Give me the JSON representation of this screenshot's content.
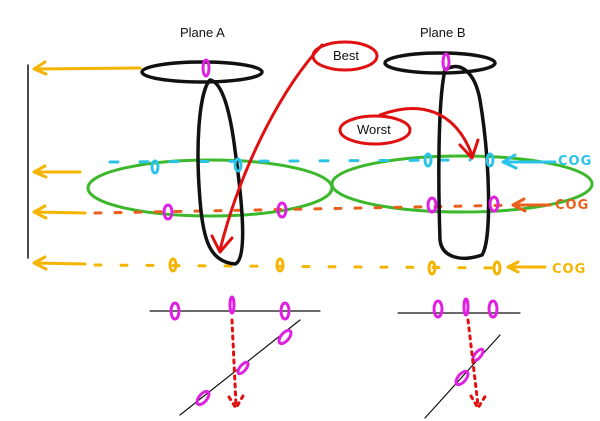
{
  "titles": {
    "plane_a": "Plane A",
    "plane_b": "Plane B"
  },
  "callouts": {
    "best": "Best",
    "worst": "Worst"
  },
  "labels": {
    "cog_top": "COG",
    "cog_mid": "COG",
    "cog_bottom": "COG"
  },
  "colors": {
    "yellow": "#f4b400",
    "cyan": "#2bc4e8",
    "orange": "#e8601c",
    "green": "#3cb82c",
    "magenta": "#e020e0",
    "red": "#e01010",
    "black": "#111111"
  }
}
